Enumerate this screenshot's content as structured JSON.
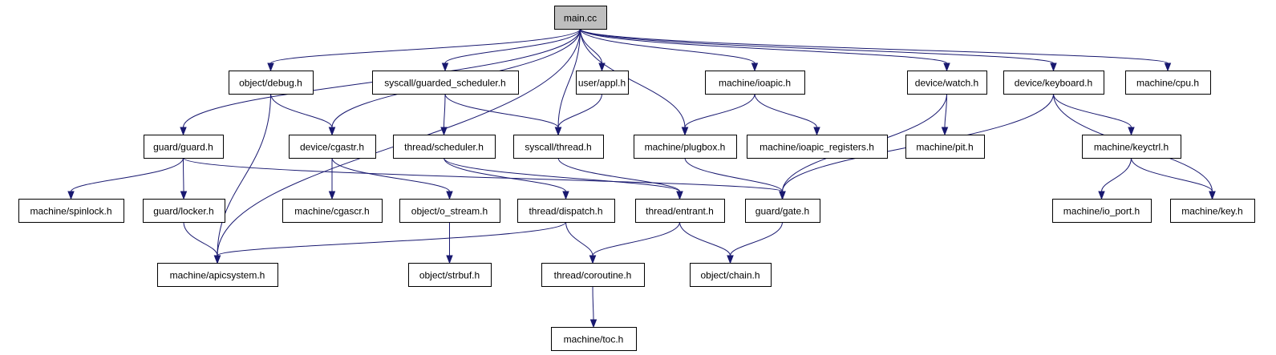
{
  "graph": {
    "edge_color": "#191970",
    "root_fill": "#bfbfbf",
    "nodes": [
      {
        "id": "main",
        "label": "main.cc",
        "root": true
      },
      {
        "id": "debug",
        "label": "object/debug.h"
      },
      {
        "id": "gsched",
        "label": "syscall/guarded_scheduler.h"
      },
      {
        "id": "appl",
        "label": "user/appl.h"
      },
      {
        "id": "ioapic",
        "label": "machine/ioapic.h"
      },
      {
        "id": "watch",
        "label": "device/watch.h"
      },
      {
        "id": "keyboard",
        "label": "device/keyboard.h"
      },
      {
        "id": "cpu",
        "label": "machine/cpu.h"
      },
      {
        "id": "guard",
        "label": "guard/guard.h"
      },
      {
        "id": "cgastr",
        "label": "device/cgastr.h"
      },
      {
        "id": "scheduler",
        "label": "thread/scheduler.h"
      },
      {
        "id": "sthread",
        "label": "syscall/thread.h"
      },
      {
        "id": "plugbox",
        "label": "machine/plugbox.h"
      },
      {
        "id": "ioregs",
        "label": "machine/ioapic_registers.h"
      },
      {
        "id": "pit",
        "label": "machine/pit.h"
      },
      {
        "id": "keyctrl",
        "label": "machine/keyctrl.h"
      },
      {
        "id": "spinlock",
        "label": "machine/spinlock.h"
      },
      {
        "id": "locker",
        "label": "guard/locker.h"
      },
      {
        "id": "cgascr",
        "label": "machine/cgascr.h"
      },
      {
        "id": "ostream",
        "label": "object/o_stream.h"
      },
      {
        "id": "dispatch",
        "label": "thread/dispatch.h"
      },
      {
        "id": "entrant",
        "label": "thread/entrant.h"
      },
      {
        "id": "gate",
        "label": "guard/gate.h"
      },
      {
        "id": "ioport",
        "label": "machine/io_port.h"
      },
      {
        "id": "key",
        "label": "machine/key.h"
      },
      {
        "id": "apicsystem",
        "label": "machine/apicsystem.h"
      },
      {
        "id": "strbuf",
        "label": "object/strbuf.h"
      },
      {
        "id": "coroutine",
        "label": "thread/coroutine.h"
      },
      {
        "id": "chain",
        "label": "object/chain.h"
      },
      {
        "id": "toc",
        "label": "machine/toc.h"
      }
    ],
    "edges": [
      [
        "main",
        "debug"
      ],
      [
        "main",
        "gsched"
      ],
      [
        "main",
        "appl"
      ],
      [
        "main",
        "guard"
      ],
      [
        "main",
        "cgastr"
      ],
      [
        "main",
        "sthread"
      ],
      [
        "main",
        "plugbox"
      ],
      [
        "main",
        "ioapic"
      ],
      [
        "main",
        "watch"
      ],
      [
        "main",
        "keyboard"
      ],
      [
        "main",
        "cpu"
      ],
      [
        "main",
        "apicsystem"
      ],
      [
        "debug",
        "cgastr"
      ],
      [
        "debug",
        "apicsystem"
      ],
      [
        "gsched",
        "scheduler"
      ],
      [
        "gsched",
        "sthread"
      ],
      [
        "appl",
        "sthread"
      ],
      [
        "guard",
        "spinlock"
      ],
      [
        "guard",
        "locker"
      ],
      [
        "guard",
        "gate"
      ],
      [
        "cgastr",
        "cgascr"
      ],
      [
        "cgastr",
        "ostream"
      ],
      [
        "scheduler",
        "dispatch"
      ],
      [
        "scheduler",
        "entrant"
      ],
      [
        "sthread",
        "entrant"
      ],
      [
        "plugbox",
        "gate"
      ],
      [
        "ioapic",
        "plugbox"
      ],
      [
        "ioapic",
        "ioregs"
      ],
      [
        "watch",
        "pit"
      ],
      [
        "watch",
        "gate"
      ],
      [
        "keyboard",
        "gate"
      ],
      [
        "keyboard",
        "keyctrl"
      ],
      [
        "keyboard",
        "key"
      ],
      [
        "keyctrl",
        "ioport"
      ],
      [
        "keyctrl",
        "key"
      ],
      [
        "locker",
        "apicsystem"
      ],
      [
        "ostream",
        "strbuf"
      ],
      [
        "dispatch",
        "apicsystem"
      ],
      [
        "dispatch",
        "coroutine"
      ],
      [
        "entrant",
        "coroutine"
      ],
      [
        "entrant",
        "chain"
      ],
      [
        "gate",
        "chain"
      ],
      [
        "coroutine",
        "toc"
      ]
    ]
  }
}
